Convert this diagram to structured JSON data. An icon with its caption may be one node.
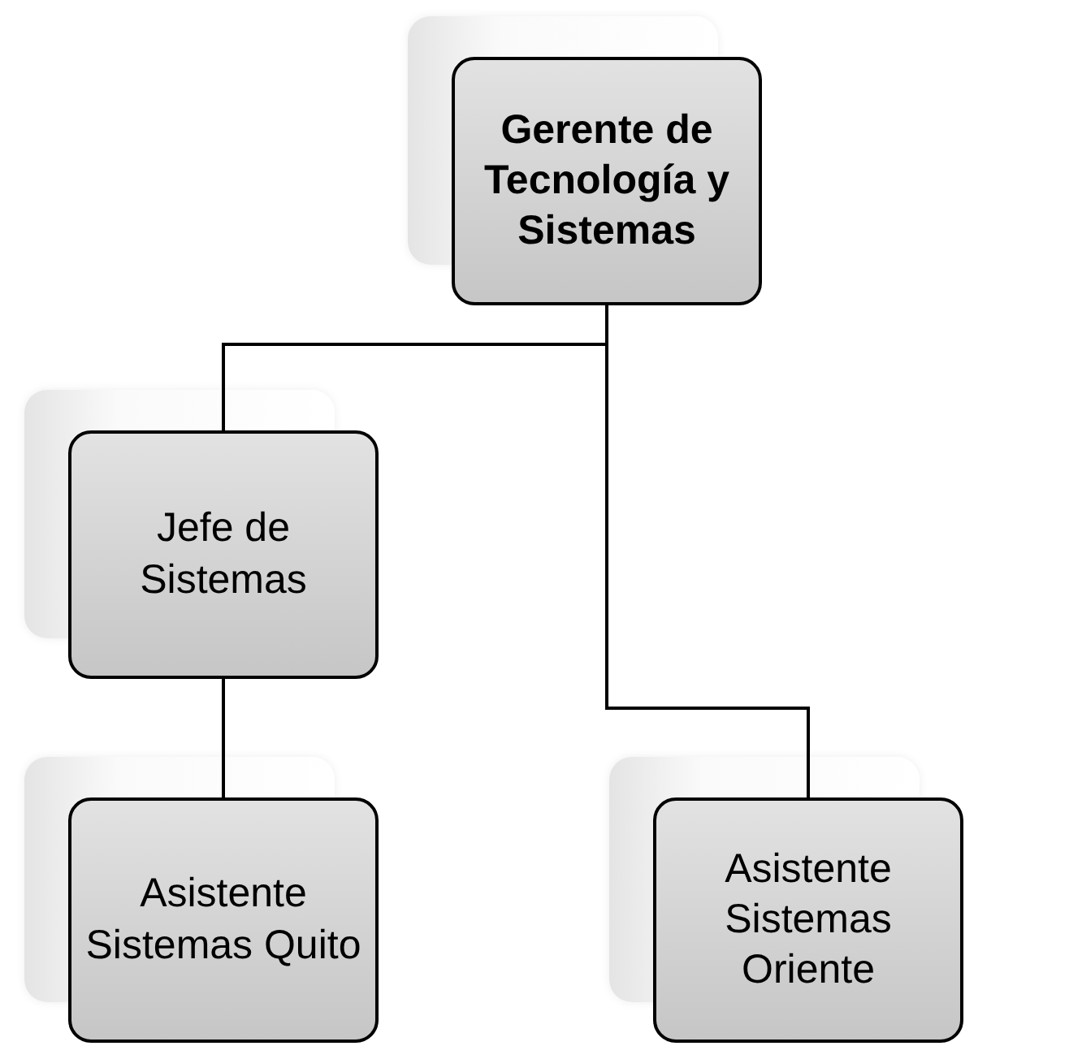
{
  "diagram": {
    "nodes": [
      {
        "text": [
          "Gerente de Tecnología y Sistemas"
        ]
      },
      {
        "text": [
          "Jefe de Sistemas"
        ]
      },
      {
        "text": [
          "Asistente Sistemas Quito"
        ]
      },
      {
        "text": [
          "Asistente Sistemas Oriente"
        ]
      }
    ],
    "edges": [
      {
        "from": 0,
        "to": 1,
        "arrow": "none"
      },
      {
        "from": 0,
        "to": 3,
        "arrow": "none"
      },
      {
        "from": 1,
        "to": 2,
        "arrow": "none"
      }
    ]
  }
}
